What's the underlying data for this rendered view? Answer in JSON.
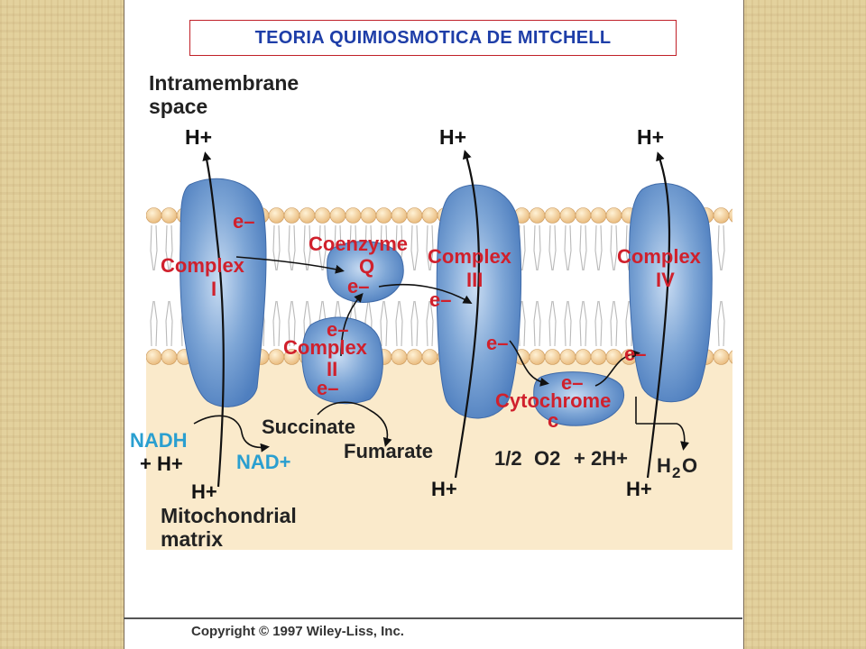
{
  "title": "TEORIA QUIMIOSMOTICA DE MITCHELL",
  "copyright": "Copyright © 1997 Wiley-Liss, Inc.",
  "regions": {
    "intermembrane_line1": "Intramembrane",
    "intermembrane_line2": "space",
    "matrix_line1": "Mitochondrial",
    "matrix_line2": "matrix"
  },
  "complexes": {
    "c1_label": "Complex",
    "c1_num": "I",
    "c2_label": "Complex",
    "c2_num": "II",
    "c3_label": "Complex",
    "c3_num": "III",
    "c4_label": "Complex",
    "c4_num": "IV",
    "coq_label": "Coenzyme",
    "coq_sub": "Q",
    "cytc_label": "Cytochrome",
    "cytc_sub": "c"
  },
  "electron": "e–",
  "proton": "H+",
  "substrates": {
    "nadh": "NADH",
    "nadh_h": "+ H+",
    "nad": "NAD+",
    "succinate": "Succinate",
    "fumarate": "Fumarate",
    "oxygen_half": "1/2",
    "oxygen_o2": "O2",
    "oxygen_plus": "+ 2H+",
    "water_h": "H",
    "water_2": "2",
    "water_o": "O"
  },
  "colors": {
    "complex_red": "#d0202c",
    "nadh_cyan": "#2a9fd0",
    "title_blue": "#1e3ea8",
    "title_border": "#c02028"
  }
}
